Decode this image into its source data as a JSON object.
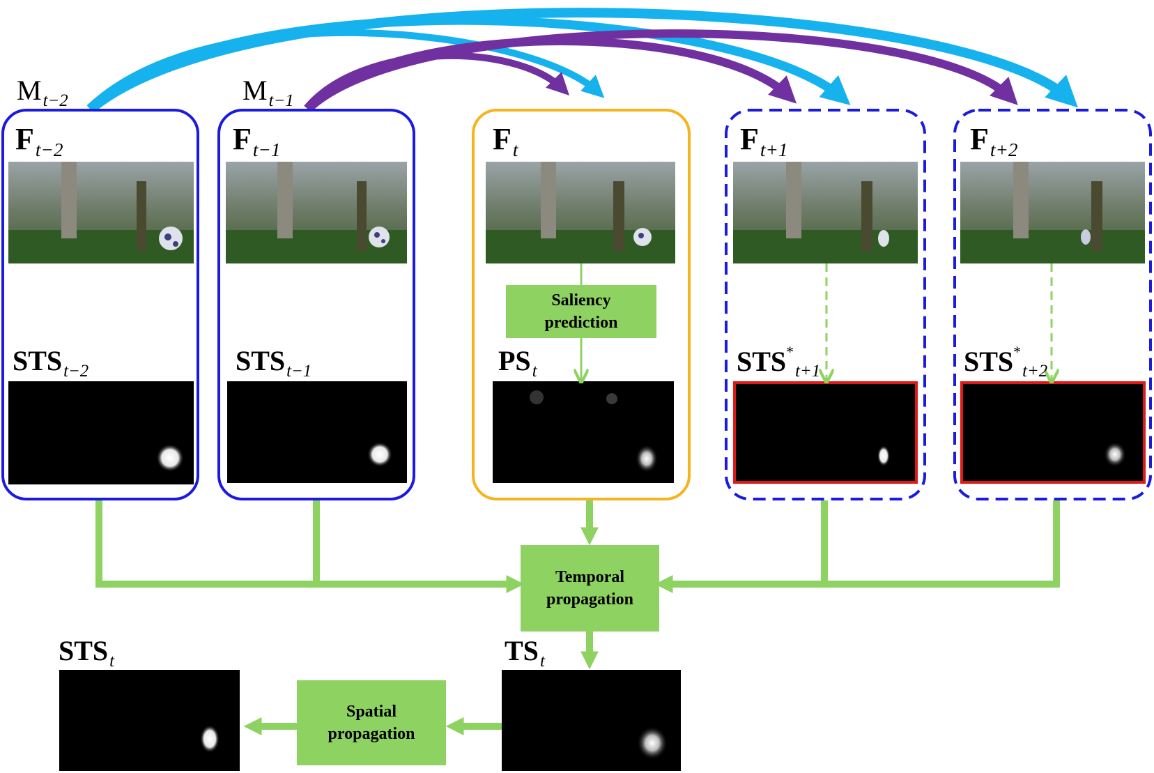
{
  "frames": {
    "f_tm2": {
      "base": "F",
      "sub": "t−2"
    },
    "f_tm1": {
      "base": "F",
      "sub": "t−1"
    },
    "f_t": {
      "base": "F",
      "sub": "t"
    },
    "f_tp1": {
      "base": "F",
      "sub": "t+1"
    },
    "f_tp2": {
      "base": "F",
      "sub": "t+2"
    }
  },
  "motion": {
    "m_tm2": {
      "base": "M",
      "sub": "t−2"
    },
    "m_tm1": {
      "base": "M",
      "sub": "t−1"
    }
  },
  "maps": {
    "sts_tm2": {
      "base": "STS",
      "sub": "t−2"
    },
    "sts_tm1": {
      "base": "STS",
      "sub": "t−1"
    },
    "ps_t": {
      "base": "PS",
      "sub": "t"
    },
    "sts_tp1": {
      "base": "STS",
      "sup": "*",
      "sub": "t+1"
    },
    "sts_tp2": {
      "base": "STS",
      "sup": "*",
      "sub": "t+2"
    },
    "ts_t": {
      "base": "TS",
      "sub": "t"
    },
    "sts_t": {
      "base": "STS",
      "sub": "t"
    }
  },
  "processes": {
    "saliency_line1": "Saliency",
    "saliency_line2": "prediction",
    "temporal_line1": "Temporal",
    "temporal_line2": "propagation",
    "spatial_line1": "Spatial",
    "spatial_line2": "propagation"
  },
  "colors": {
    "past_frame_border": "#1a1ae0",
    "current_frame_border": "#f5b41e",
    "future_frame_border": "#1a1ae0",
    "refined_map_border": "#e01818",
    "process_box": "#8ed262",
    "flow_arrow": "#8ed262",
    "motion_arrow_cyan": "#16b2ee",
    "motion_arrow_purple": "#7030a0"
  }
}
